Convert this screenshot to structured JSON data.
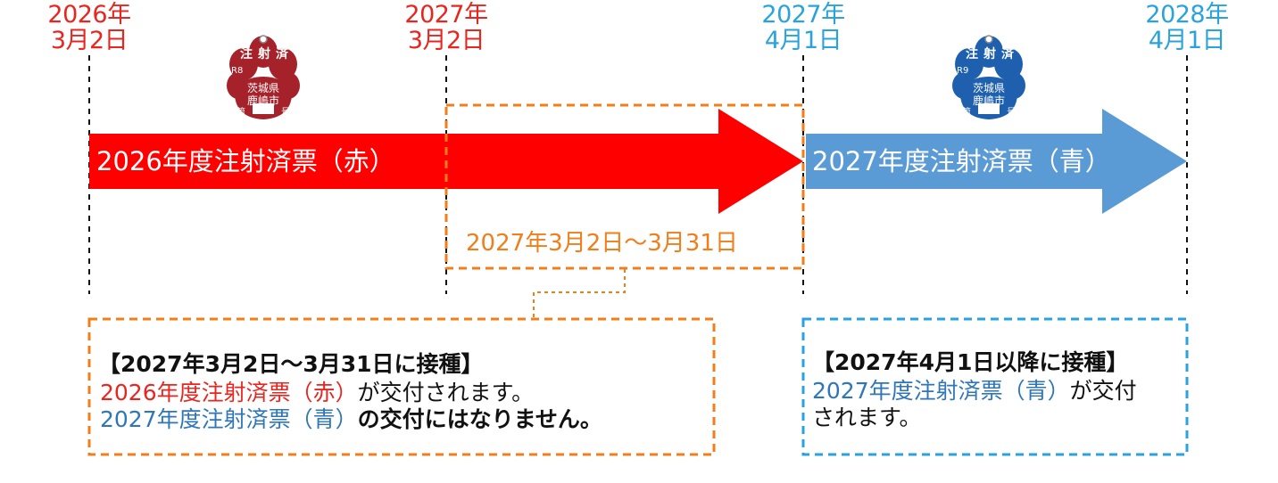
{
  "dates": [
    {
      "year": "2026年",
      "day": "3月2日",
      "color": "#e8261f"
    },
    {
      "year": "2027年",
      "day": "3月2日",
      "color": "#e8261f"
    },
    {
      "year": "2027年",
      "day": "4月1日",
      "color": "#2aa3dc"
    },
    {
      "year": "2028年",
      "day": "4月1日",
      "color": "#2aa3dc"
    }
  ],
  "tags": {
    "red": {
      "r_label": "R8",
      "top": "注射済",
      "pref": "茨城県",
      "city": "鹿嶋市",
      "dai": "第",
      "go": "号",
      "color": "#a6222b"
    },
    "blue": {
      "r_label": "R9",
      "top": "注射済",
      "pref": "茨城県",
      "city": "鹿嶋市",
      "dai": "第",
      "go": "号",
      "color": "#1e5fae"
    }
  },
  "arrows": {
    "red": {
      "label": "2026年度注射済票（赤）",
      "color": "#ff0000"
    },
    "blue": {
      "label": "2027年度注射済票（青）",
      "color": "#5b9bd5"
    }
  },
  "period": {
    "label": "2027年3月2日～3月31日",
    "color": "#f07e1a"
  },
  "box_left": {
    "heading": "【2027年3月2日～3月31日に接種】",
    "line2_colored": "2026年度注射済票（赤）",
    "line2_rest": "が交付されます。",
    "line3_colored": "2027年度注射済票（青）",
    "line3_rest": "の交付にはなりません。"
  },
  "box_right": {
    "heading": "【2027年4月1日以降に接種】",
    "line2_colored": "2027年度注射済票（青）",
    "line2_rest": "が交付",
    "line3": "されます。"
  }
}
